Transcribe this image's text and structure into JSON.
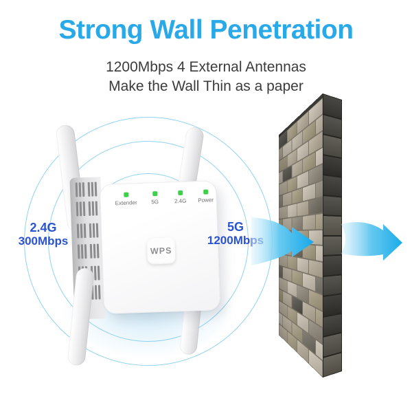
{
  "title": {
    "text": "Strong Wall Penetration",
    "color": "#29a9e8"
  },
  "subtitle": {
    "line1": "1200Mbps 4 External Antennas",
    "line2": "Make the Wall Thin as a paper",
    "color": "#3b3b3b"
  },
  "bands": {
    "left": {
      "line1": "2.4G",
      "line2": "300Mbps"
    },
    "right": {
      "line1": "5G",
      "line2": "1200Mbps"
    },
    "color": "#2b53cf"
  },
  "device": {
    "led_labels": [
      "Extender",
      "5G",
      "2.4G",
      "Power"
    ],
    "led_color": "#3fd04a",
    "wps_label": "WPS"
  },
  "signal_rings": {
    "stroke_color": "#8fd2f3",
    "radii": [
      98,
      145,
      180
    ]
  },
  "arrows": {
    "gradient": [
      "#d9f1fb",
      "#66c9f0",
      "#12a7e8"
    ]
  },
  "wall": {
    "mortar_color": "#7a7468",
    "top_edge_color": "#3a3935",
    "palette": [
      "#b3a996",
      "#a3997f",
      "#c6beae",
      "#8d8577",
      "#6e695d",
      "#4f4d45",
      "#bdb5a5"
    ],
    "front_map": [
      "5102",
      "0261",
      "1020",
      "2501",
      "0123",
      "3012",
      "0204",
      "1030",
      "0412",
      "2041",
      "0120",
      "4012",
      "0231",
      "1050",
      "0123",
      "2014",
      "0102"
    ],
    "side_palette": [
      "#3d3c38",
      "#4b4a44",
      "#57554d",
      "#343330",
      "#5f5c52"
    ],
    "side_map": "01230142013024",
    "side_gap_color": "#26251f"
  }
}
